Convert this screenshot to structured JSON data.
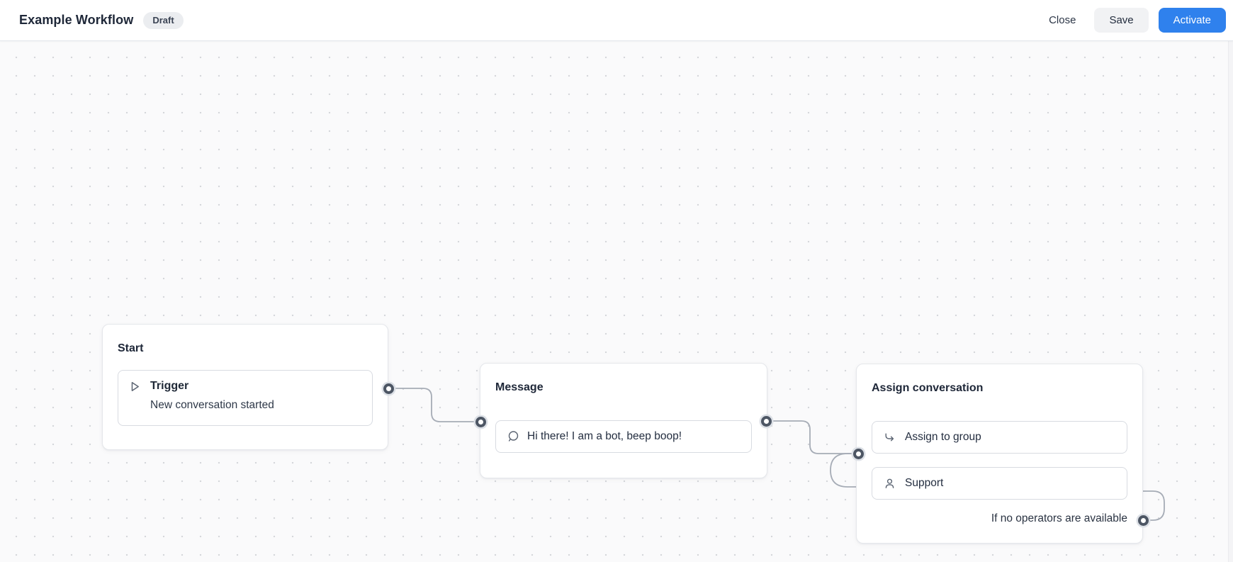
{
  "header": {
    "title": "Example Workflow",
    "status_badge": "Draft",
    "close_label": "Close",
    "save_label": "Save",
    "activate_label": "Activate"
  },
  "colors": {
    "accent_blue": "#2f81ed",
    "secondary_button_bg": "#f1f2f4",
    "badge_bg": "#ebedf0",
    "canvas_bg": "#fafafb",
    "grid_dot": "#d5d7db",
    "connection_line": "#a6acb6",
    "connector_ring": "#4d5664",
    "title_text": "#1e2738",
    "body_text": "#242e40",
    "icon_gray": "#5b6472"
  },
  "nodes": {
    "start": {
      "title": "Start",
      "trigger_title": "Trigger",
      "trigger_subtitle": "New conversation started",
      "icon": "play-outline-icon"
    },
    "message": {
      "title": "Message",
      "text": "Hi there! I am a bot, beep boop!",
      "icon": "chat-bubble-icon"
    },
    "assign": {
      "title": "Assign conversation",
      "action_label": "Assign to group",
      "group_label": "Support",
      "fallback_label": "If no operators are available",
      "action_icon": "curved-arrow-icon",
      "group_icon": "person-icon"
    }
  }
}
